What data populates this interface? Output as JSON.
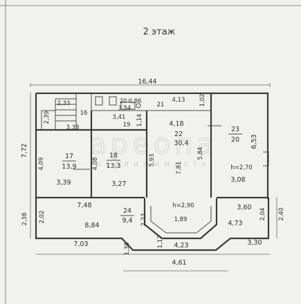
{
  "title": "2 этаж",
  "watermark": {
    "brand": "ареопа",
    "subtitle": "НЕДВИЖИМОСТЬ"
  },
  "rooms": [
    {
      "id": "17",
      "area": "13,9"
    },
    {
      "id": "18",
      "area": "13,3"
    },
    {
      "id": "22",
      "area": "30,4"
    },
    {
      "id": "23",
      "area": "20"
    },
    {
      "id": "24",
      "area": "9,4"
    },
    {
      "id": "16",
      "area": ""
    },
    {
      "id": "19",
      "area": ""
    },
    {
      "id": "20",
      "area": "0,86"
    },
    {
      "id": "21",
      "area": ""
    }
  ],
  "labels": {
    "top_width": "16,44",
    "left_height": "7,72",
    "right_height": "6,53",
    "w_2_33": "2,33",
    "w_2_39": "2,39",
    "w_3_38": "3,38",
    "w_3_54": "3,54",
    "w_3_41": "3,41",
    "w_1_14": "1,14",
    "w_4_13": "4,13",
    "w_1_02": "1,02",
    "w_4_18": "4,18",
    "w_5_84": "5,84",
    "w_5_93": "5,93",
    "w_7_81": "7,81",
    "w_4_09": "4,09",
    "w_4_08": "4,08",
    "w_3_39": "3,39",
    "w_3_27": "3,27",
    "w_3_08": "3,08",
    "h_2_70": "h=2,70",
    "h_2_90": "h=2,90",
    "w_7_48": "7,48",
    "w_2_02": "2,02",
    "w_2_38": "2,38",
    "w_8_84": "8,84",
    "w_2_23": "2,23",
    "w_1_89": "1,89",
    "w_3_60": "3,60",
    "w_2_04": "2,04",
    "w_2_40": "2,40",
    "w_4_73": "4,73",
    "w_7_03": "7,03",
    "w_1_38": "1,38",
    "w_1_17": "1,17",
    "w_4_23": "4,23",
    "w_3_30": "3,30",
    "w_4_61": "4,61"
  }
}
